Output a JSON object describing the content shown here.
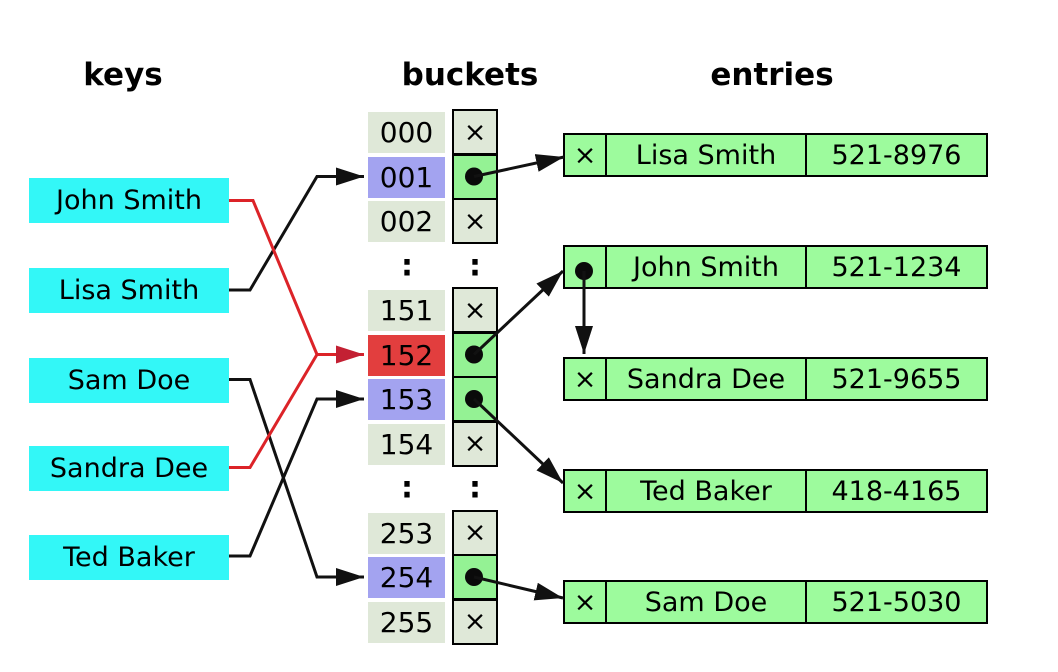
{
  "headers": {
    "keys": "keys",
    "buckets": "buckets",
    "entries": "entries"
  },
  "symbols": {
    "empty": "×",
    "pointer": "●",
    "ellipsis": ":"
  },
  "keys": [
    {
      "label": "John Smith"
    },
    {
      "label": "Lisa Smith"
    },
    {
      "label": "Sam Doe"
    },
    {
      "label": "Sandra Dee"
    },
    {
      "label": "Ted Baker"
    }
  ],
  "buckets": {
    "rows": [
      {
        "index": "000",
        "highlight": "none",
        "pointer": "empty"
      },
      {
        "index": "001",
        "highlight": "purple",
        "pointer": "dot"
      },
      {
        "index": "002",
        "highlight": "none",
        "pointer": "empty"
      },
      {
        "index": ":",
        "highlight": "none",
        "pointer": "ellipsis"
      },
      {
        "index": "151",
        "highlight": "none",
        "pointer": "empty"
      },
      {
        "index": "152",
        "highlight": "red",
        "pointer": "dot"
      },
      {
        "index": "153",
        "highlight": "purple",
        "pointer": "dot"
      },
      {
        "index": "154",
        "highlight": "none",
        "pointer": "empty"
      },
      {
        "index": ":",
        "highlight": "none",
        "pointer": "ellipsis"
      },
      {
        "index": "253",
        "highlight": "none",
        "pointer": "empty"
      },
      {
        "index": "254",
        "highlight": "purple",
        "pointer": "dot"
      },
      {
        "index": "255",
        "highlight": "none",
        "pointer": "empty"
      }
    ]
  },
  "entries": [
    {
      "slot": "x",
      "name": "Lisa Smith",
      "phone": "521-8976"
    },
    {
      "slot": "dot",
      "name": "John Smith",
      "phone": "521-1234"
    },
    {
      "slot": "x",
      "name": "Sandra Dee",
      "phone": "521-9655"
    },
    {
      "slot": "x",
      "name": "Ted Baker",
      "phone": "418-4165"
    },
    {
      "slot": "x",
      "name": "Sam Doe",
      "phone": "521-5030"
    }
  ],
  "connections": {
    "key_to_bucket": [
      {
        "key": "John Smith",
        "bucket": "152",
        "color": "red"
      },
      {
        "key": "Lisa Smith",
        "bucket": "001",
        "color": "black"
      },
      {
        "key": "Sam Doe",
        "bucket": "254",
        "color": "black"
      },
      {
        "key": "Sandra Dee",
        "bucket": "152",
        "color": "red"
      },
      {
        "key": "Ted Baker",
        "bucket": "153",
        "color": "black"
      }
    ],
    "bucket_to_entry": [
      {
        "bucket": "001",
        "entry": "Lisa Smith"
      },
      {
        "bucket": "152",
        "entry": "John Smith"
      },
      {
        "bucket": "153",
        "entry": "Ted Baker"
      },
      {
        "bucket": "254",
        "entry": "Sam Doe"
      }
    ],
    "entry_chain": [
      {
        "from": "John Smith",
        "to": "Sandra Dee"
      }
    ]
  },
  "colors": {
    "key_fill": "#33f7f7",
    "bucket_cell": "#dfe8d8",
    "bucket_highlight": "#a3a3f0",
    "bucket_collision": "#e23e3e",
    "pointer_filled": "#94f294",
    "entry_fill": "#9dfb9d",
    "line_black": "#111111",
    "line_red": "#dc2328",
    "red_arrowhead": "#c32033"
  }
}
